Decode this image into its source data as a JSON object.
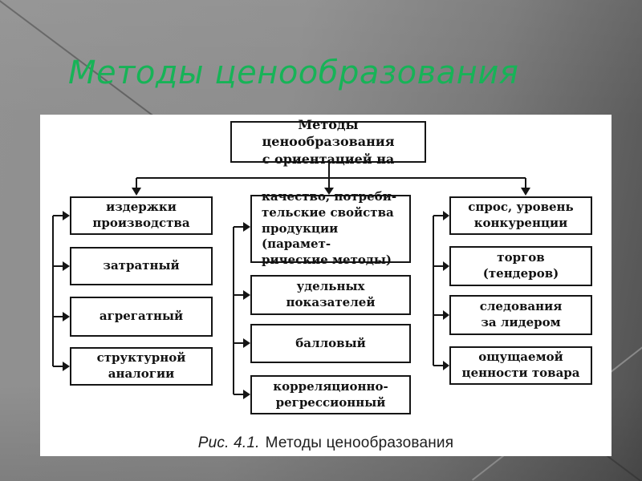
{
  "slide": {
    "title": "Методы ценообразования"
  },
  "colors": {
    "title_green": "#17b357",
    "background_gray": "#8a8a8a",
    "panel_white": "#ffffff",
    "diagram_line": "#151515"
  },
  "diagram": {
    "root_label": "Методы ценообразования\nс ориентацией на",
    "columns": [
      {
        "header": "издержки\nпроизводства",
        "items": [
          "затратный",
          "агрегатный",
          "структурной\nаналогии"
        ]
      },
      {
        "header": "качество, потреби-\nтельские свойства\nпродукции (парамет-\nрические методы)",
        "items": [
          "удельных\nпоказателей",
          "балловый",
          "корреляционно-\nрегрессионный"
        ]
      },
      {
        "header": "спрос, уровень\nконкуренции",
        "items": [
          "торгов\n(тендеров)",
          "следования\nза лидером",
          "ощущаемой\nценности товара"
        ]
      }
    ],
    "caption": {
      "prefix": "Рис. 4.1.",
      "text": "Методы ценообразования"
    }
  }
}
